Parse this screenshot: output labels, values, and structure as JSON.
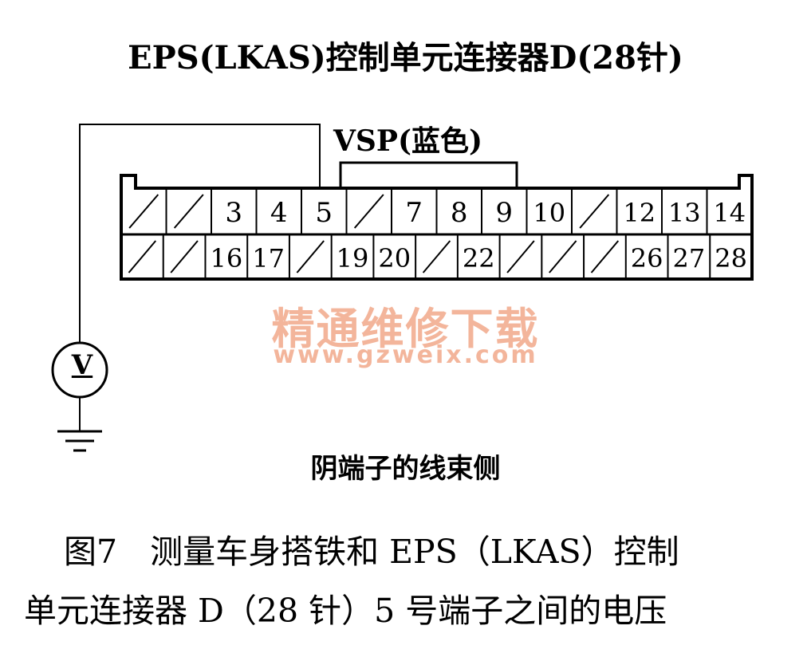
{
  "diagram": {
    "title": "EPS(LKAS)控制单元连接器D(28针)",
    "vsp_label": "VSP(蓝色)",
    "meter_label": "V",
    "side_label": "阴端子的线束侧",
    "caption_line1": "图7　测量车身搭铁和 EPS（LKAS）控制",
    "caption_line2": "单元连接器 D（28 针）5 号端子之间的电压",
    "watermark_cn": "精通维修下载",
    "watermark_url": "www.gzweix.com",
    "watermark_color": "#f3b59b",
    "connector": {
      "row1": [
        "",
        "",
        "3",
        "4",
        "5",
        "",
        "7",
        "8",
        "9",
        "10",
        "",
        "12",
        "13",
        "14"
      ],
      "row2": [
        "",
        "",
        "16",
        "17",
        "",
        "19",
        "20",
        "",
        "22",
        "",
        "",
        "",
        "26",
        "27",
        "28"
      ]
    }
  }
}
